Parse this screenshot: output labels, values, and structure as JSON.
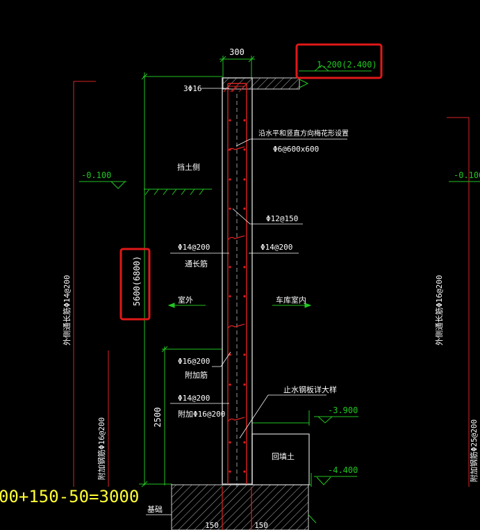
{
  "colors": {
    "background": "#000000",
    "dim_green": "#22c522",
    "text_white": "#ffffff",
    "wall_red": "#dc2222",
    "highlight_red": "#e01818",
    "formula_yellow": "#ffff33",
    "hatch_grey": "#cfcfcf"
  },
  "dims": {
    "top_width": "300",
    "total_height": "5600(6800)",
    "lower_height": "2500",
    "bottom_left": "150",
    "bottom_right": "150"
  },
  "elevations": {
    "top": "1.200(2.400)",
    "left_ground": "-0.100",
    "right_ground": "-0.100",
    "e3900": "-3.900",
    "e4400": "-4.400"
  },
  "labels": {
    "top_bars": "3Φ16",
    "soil_side": "挡土侧",
    "horizontal_note": "沿水平和竖直方向梅花形设置",
    "tie_bars": "Φ6@600x600",
    "stirrup": "Φ12@150",
    "left_vert": "Φ14@200",
    "left_vert_note": "通长筋",
    "right_vert": "Φ14@200",
    "outdoor": "室外",
    "indoor": "车库室内",
    "extra_bar": "Φ16@200",
    "extra_note": "附加筋",
    "low_bar": "Φ14@200",
    "low_extra": "附加Φ16@200",
    "waterstop": "止水钢板详大样",
    "backfill": "回填土",
    "foundation": "基础"
  },
  "side_notes": {
    "left_long": "外侧通长筋Φ14@200",
    "left_extra": "附加钢筋Φ16@200",
    "right_long": "外侧通长筋Φ16@200",
    "right_extra": "附加钢筋Φ25@200"
  },
  "formula": "00+150-50=3000"
}
